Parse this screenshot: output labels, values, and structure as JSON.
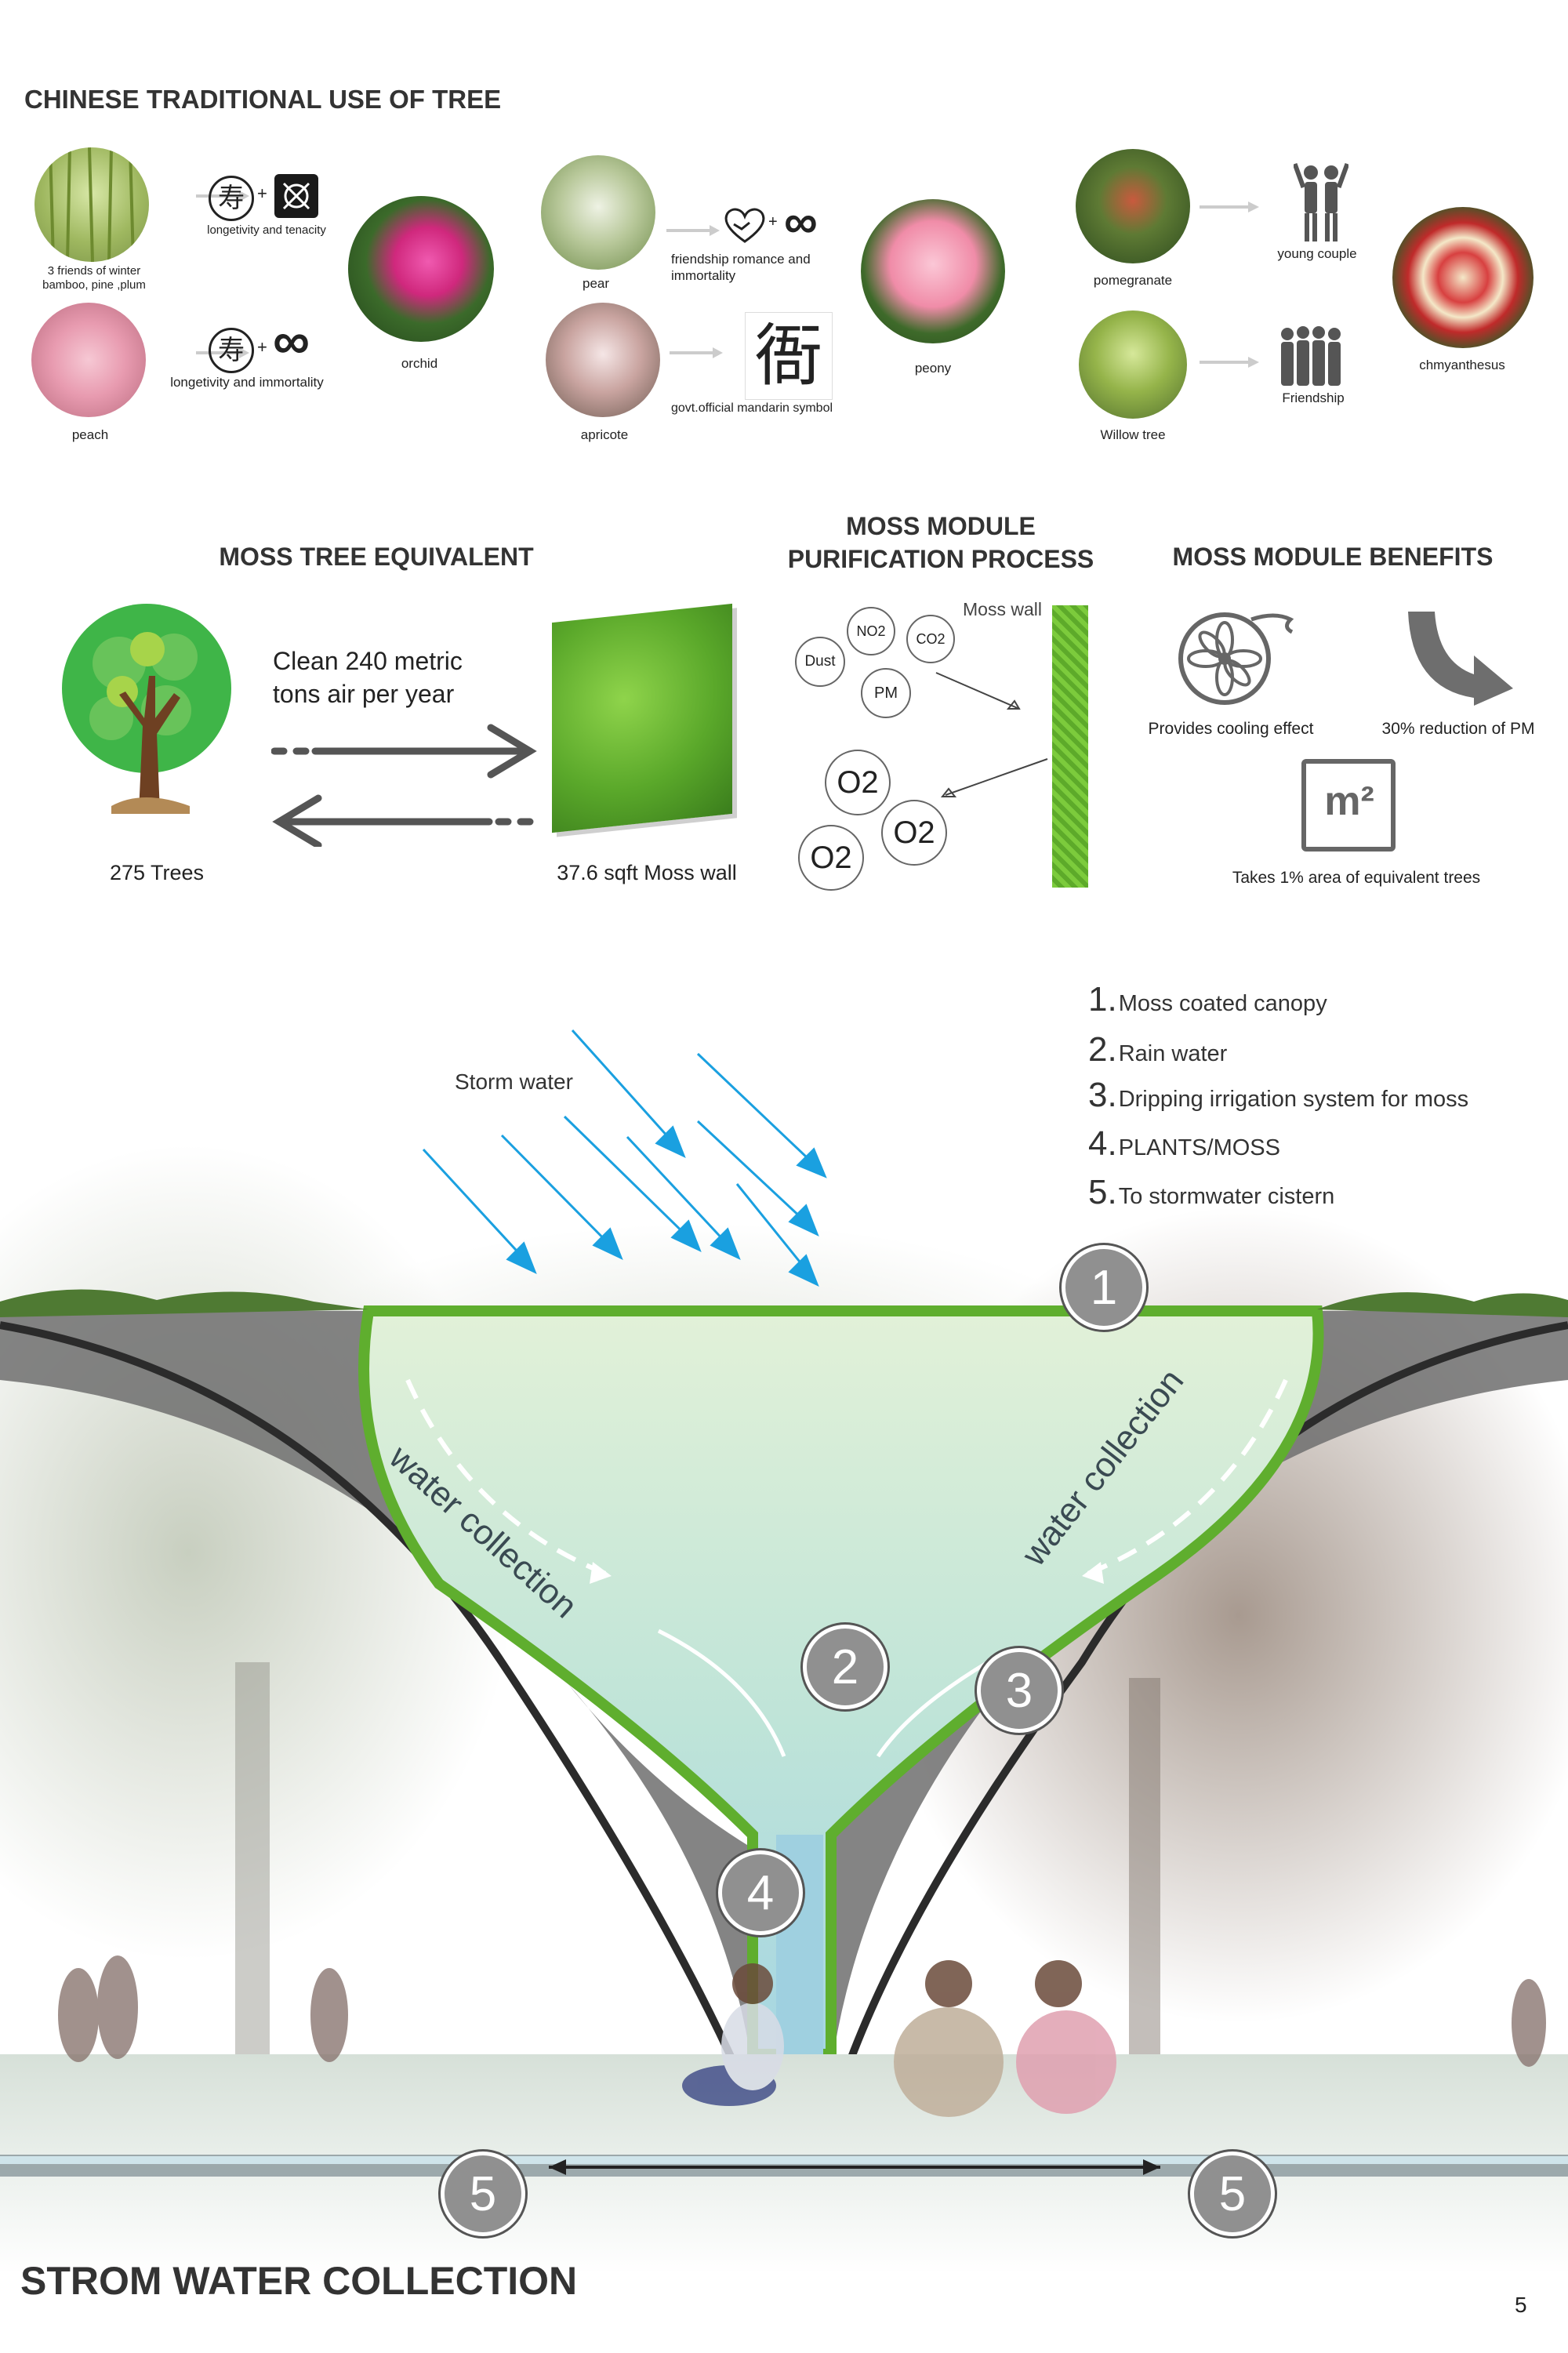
{
  "section_traditional": {
    "title": "CHINESE TRADITIONAL USE OF TREE",
    "items": {
      "bamboo": "3 friends of winter\nbamboo, pine ,plum",
      "longevity_tenacity": "longetivity and tenacity",
      "orchid": "orchid",
      "longevity_immortality": "longetivity and immortality",
      "peach": "peach",
      "pear": "pear",
      "friendship_romance": "friendship romance and\nimmortality",
      "peony": "peony",
      "apricote": "apricote",
      "govt_symbol": "govt.official mandarin symbol",
      "pomegranate": "pomegranate",
      "young_couple": "young couple",
      "chmyanthesus": "chmyanthesus",
      "willow": "Willow tree",
      "friendship": "Friendship"
    },
    "glyphs": {
      "longevity": "寿",
      "official": "衙",
      "plus": "+",
      "infinity": "∞"
    }
  },
  "section_equivalent": {
    "title": "MOSS TREE EQUIVALENT",
    "clean_text": "Clean 240 metric\ntons  air  per  year",
    "trees_label": "275 Trees",
    "moss_label": "37.6 sqft Moss wall"
  },
  "section_purification": {
    "title": "MOSS  MODULE\nPURIFICATION PROCESS",
    "moss_wall_label": "Moss wall",
    "particles": [
      "NO2",
      "CO2",
      "Dust",
      "PM"
    ],
    "oxygen": "O2"
  },
  "section_benefits": {
    "title": "MOSS MODULE BENEFITS",
    "cooling": "Provides cooling effect",
    "pm_reduction": "30% reduction of PM",
    "area": "Takes 1% area of equivalent trees",
    "area_icon_text": "m²"
  },
  "section_storm": {
    "storm_label": "Storm water",
    "collection_label": "water collection",
    "legend": [
      {
        "num": "1.",
        "text": "Moss coated  canopy"
      },
      {
        "num": "2.",
        "text": "Rain water"
      },
      {
        "num": "3.",
        "text": "Dripping irrigation system for moss"
      },
      {
        "num": "4.",
        "text": "PLANTS/MOSS"
      },
      {
        "num": "5.",
        "text": "To stormwater cistern"
      }
    ],
    "markers": [
      "1",
      "2",
      "3",
      "4",
      "5",
      "5"
    ],
    "bottom_title": "STROM WATER COLLECTION",
    "page_number": "5"
  },
  "colors": {
    "moss_green": "#5fae2e",
    "water_blue": "#9fd0e0",
    "arrow_blue": "#1aa0e0",
    "canopy_gray": "#6e6e6e"
  }
}
